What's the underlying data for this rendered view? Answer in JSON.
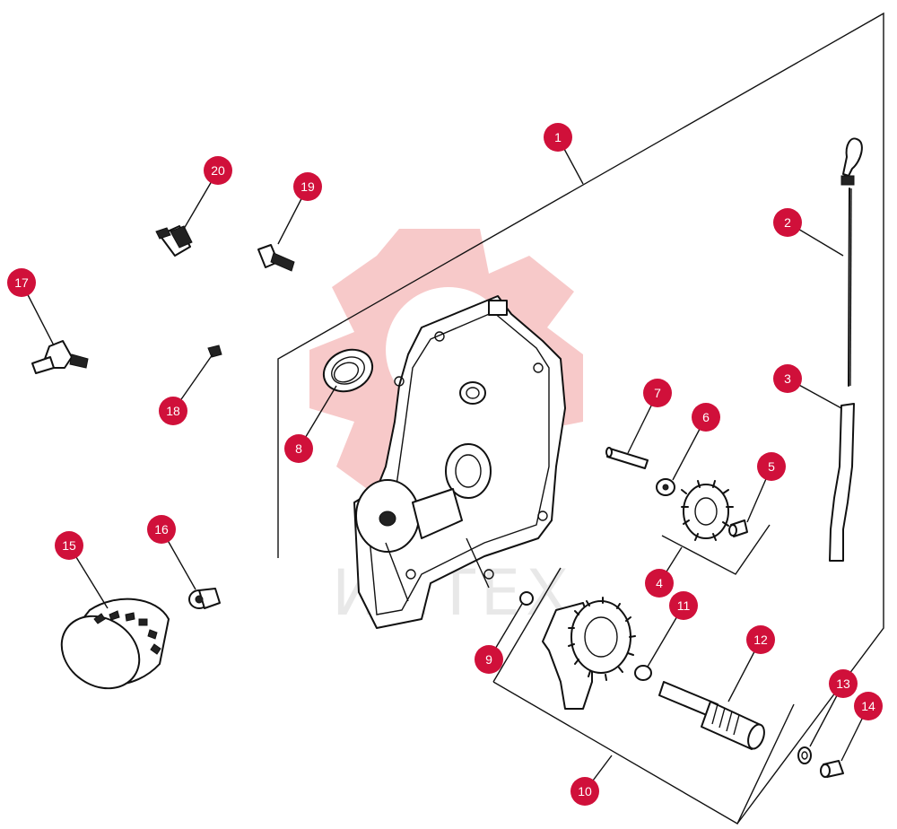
{
  "watermark": {
    "text": "ИНТЕХ",
    "color": "#f7c9c9"
  },
  "callout_color": "#d0103a",
  "callouts": [
    {
      "id": "1",
      "label": "1"
    },
    {
      "id": "2",
      "label": "2"
    },
    {
      "id": "3",
      "label": "3"
    },
    {
      "id": "4",
      "label": "4"
    },
    {
      "id": "5",
      "label": "5"
    },
    {
      "id": "6",
      "label": "6"
    },
    {
      "id": "7",
      "label": "7"
    },
    {
      "id": "8",
      "label": "8"
    },
    {
      "id": "9",
      "label": "9"
    },
    {
      "id": "10",
      "label": "10"
    },
    {
      "id": "11",
      "label": "11"
    },
    {
      "id": "12",
      "label": "12"
    },
    {
      "id": "13",
      "label": "13"
    },
    {
      "id": "14",
      "label": "14"
    },
    {
      "id": "15",
      "label": "15"
    },
    {
      "id": "16",
      "label": "16"
    },
    {
      "id": "17",
      "label": "17"
    },
    {
      "id": "18",
      "label": "18"
    },
    {
      "id": "19",
      "label": "19"
    },
    {
      "id": "20",
      "label": "20"
    }
  ]
}
